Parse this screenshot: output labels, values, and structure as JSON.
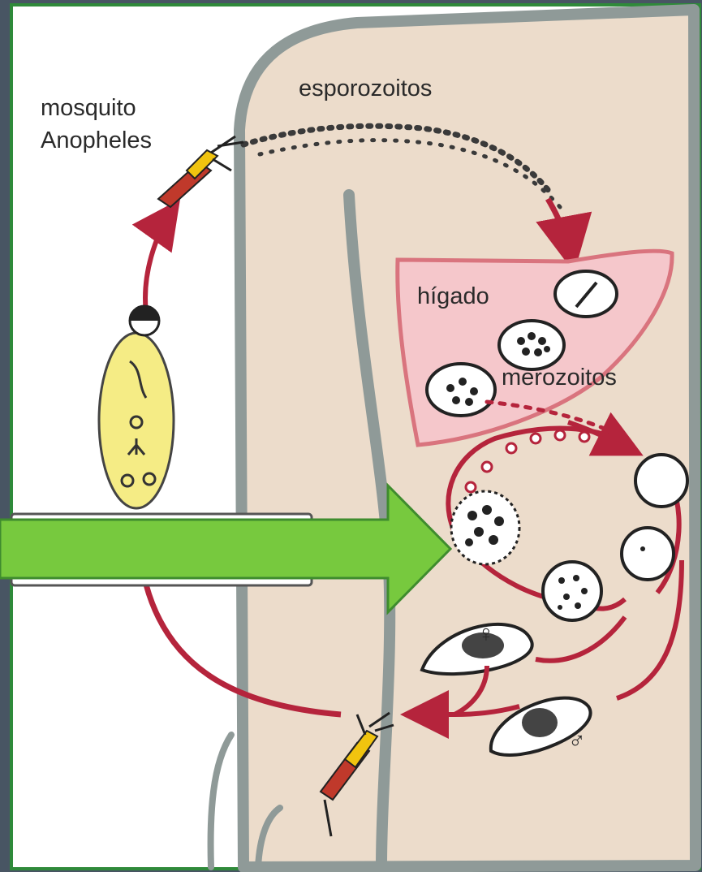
{
  "labels": {
    "mosquito_line1": "mosquito",
    "mosquito_line2": "Anopheles",
    "sporozoites": "esporozoitos",
    "liver": "hígado",
    "merozoites": "merozoitos"
  },
  "symbols": {
    "female": "♀",
    "male": "♂"
  },
  "colors": {
    "frame": "#485563",
    "border": "#2f8a3a",
    "background": "#ffffff",
    "skin": "#ecdccb",
    "silhouette_outline": "#8f9a98",
    "liver_fill": "#f5c7cb",
    "liver_outline": "#d9747e",
    "cycle_arrow": "#b5243c",
    "oval_fill": "#f5ec85",
    "highlight_arrow": "#77c93e",
    "highlight_arrow_outline": "#3f8c2e"
  }
}
